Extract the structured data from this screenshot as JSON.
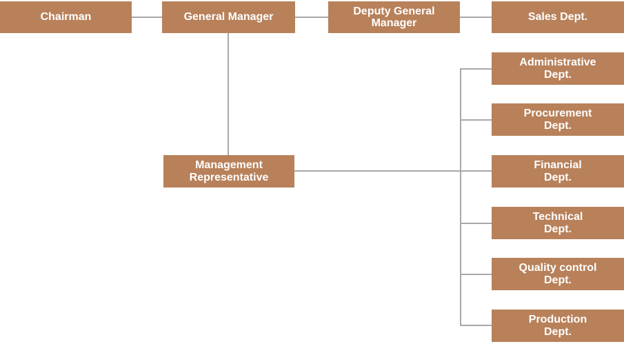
{
  "diagram": {
    "type": "org-chart",
    "box_color": "#B8815A",
    "text_color": "#FFFFFF",
    "line_color": "#A8A8A8",
    "nodes": [
      {
        "id": "chairman",
        "label": "Chairman"
      },
      {
        "id": "general-manager",
        "label": "General Manager"
      },
      {
        "id": "deputy-general-manager",
        "label": "Deputy General\nManager"
      },
      {
        "id": "sales-dept",
        "label": "Sales Dept."
      },
      {
        "id": "administrative-dept",
        "label": "Administrative\nDept."
      },
      {
        "id": "procurement-dept",
        "label": "Procurement\nDept."
      },
      {
        "id": "financial-dept",
        "label": "Financial\nDept."
      },
      {
        "id": "technical-dept",
        "label": "Technical\nDept."
      },
      {
        "id": "quality-control-dept",
        "label": "Quality control\nDept."
      },
      {
        "id": "production-dept",
        "label": "Production\nDept."
      },
      {
        "id": "management-representative",
        "label": "Management\nRepresentative"
      }
    ],
    "edges": [
      {
        "from": "chairman",
        "to": "general-manager"
      },
      {
        "from": "general-manager",
        "to": "deputy-general-manager"
      },
      {
        "from": "deputy-general-manager",
        "to": "sales-dept"
      },
      {
        "from": "general-manager",
        "to": "management-representative"
      },
      {
        "from": "management-representative",
        "to": "administrative-dept"
      },
      {
        "from": "management-representative",
        "to": "procurement-dept"
      },
      {
        "from": "management-representative",
        "to": "financial-dept"
      },
      {
        "from": "management-representative",
        "to": "technical-dept"
      },
      {
        "from": "management-representative",
        "to": "quality-control-dept"
      },
      {
        "from": "management-representative",
        "to": "production-dept"
      }
    ]
  }
}
